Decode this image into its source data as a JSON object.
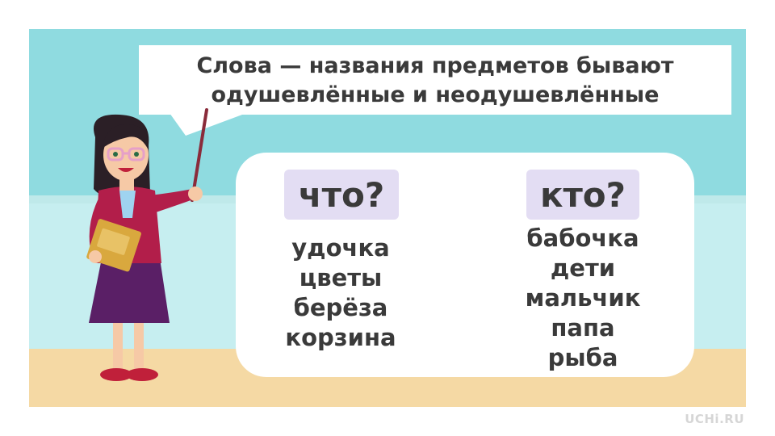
{
  "speech": {
    "line1": "Слова — названия предметов бывают",
    "line2": "одушевлённые и неодушевлённые"
  },
  "card": {
    "inanimate": {
      "question": "что?",
      "words": [
        "удочка",
        "цветы",
        "берёза",
        "корзина"
      ]
    },
    "animate": {
      "question": "кто?",
      "words": [
        "бабочка",
        "дети",
        "мальчик",
        "папа",
        "рыба"
      ]
    }
  },
  "brand": "UCHi.RU",
  "colors": {
    "wall": "#8fdbe0",
    "floor": "#f5d9a4",
    "question_bg": "#e3ddf3",
    "text": "#3a3a3a"
  }
}
